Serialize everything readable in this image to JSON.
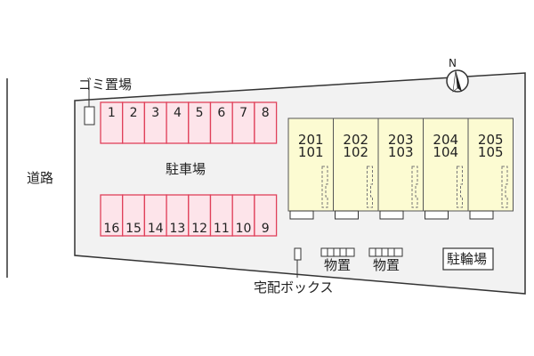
{
  "labels": {
    "road": "道路",
    "garbage": "ゴミ置場",
    "parking": "駐車場",
    "delivery_box": "宅配ボックス",
    "storage_1": "物置",
    "storage_2": "物置",
    "bicycle": "駐輪場",
    "north": "N"
  },
  "parking_top": [
    "1",
    "2",
    "3",
    "4",
    "5",
    "6",
    "7",
    "8"
  ],
  "parking_bottom": [
    "16",
    "15",
    "14",
    "13",
    "12",
    "11",
    "10",
    "9"
  ],
  "units": [
    {
      "upper": "201",
      "lower": "101"
    },
    {
      "upper": "202",
      "lower": "102"
    },
    {
      "upper": "203",
      "lower": "103"
    },
    {
      "upper": "204",
      "lower": "104"
    },
    {
      "upper": "205",
      "lower": "105"
    }
  ],
  "colors": {
    "parking_fill": "#fde4ea",
    "parking_stroke": "#e0405a",
    "building_fill": "#fcfbd2",
    "site_fill": "#f2f2f2"
  }
}
